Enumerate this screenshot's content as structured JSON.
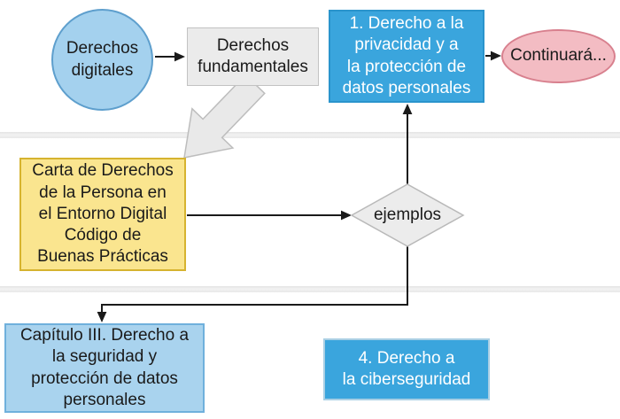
{
  "diagram": {
    "title": "Derechos digitales flowchart",
    "nodes": {
      "derechos_digitales": {
        "label": "Derechos\ndigitales",
        "shape": "circle",
        "fill": "#a4d1ee",
        "border": "#5e9fcd",
        "text_color": "#1a1a1a"
      },
      "derechos_fundamentales": {
        "label": "Derechos\nfundamentales",
        "shape": "rectangle",
        "fill": "#ebebeb",
        "border": "#c2c2c2",
        "text_color": "#1a1a1a"
      },
      "derecho_privacidad": {
        "label": "1. Derecho a la\nprivacidad y a\nla protección de\ndatos personales",
        "shape": "rectangle",
        "fill": "#3aa5dd",
        "border": "#2a94cc",
        "text_color": "#ffffff"
      },
      "continuara": {
        "label": "Continuará...",
        "shape": "ellipse",
        "fill": "#f3bcc3",
        "border": "#d8808e",
        "text_color": "#1a1a1a"
      },
      "carta_derechos": {
        "label": "Carta de Derechos\nde la Persona en\nel Entorno Digital\nCódigo de\nBuenas Prácticas",
        "shape": "rectangle",
        "fill": "#fae58f",
        "border": "#d6b32f",
        "text_color": "#1a1a1a"
      },
      "ejemplos": {
        "label": "ejemplos",
        "shape": "diamond",
        "fill": "#ececec",
        "border": "#b9b9b9",
        "text_color": "#1a1a1a"
      },
      "capitulo_iii": {
        "label": "Capítulo III. Derecho a\nla seguridad y\nprotección de datos\npersonales",
        "shape": "rectangle",
        "fill": "#a9d3ee",
        "border": "#6fb0dc",
        "text_color": "#1a1a1a"
      },
      "ciberseguridad": {
        "label": "4. Derecho a\nla ciberseguridad",
        "shape": "rectangle",
        "fill": "#3aa5dd",
        "border": "#a9cfe4",
        "text_color": "#ffffff"
      }
    },
    "connectors": [
      {
        "from": "derechos_digitales",
        "to": "derechos_fundamentales",
        "style": "black-arrow"
      },
      {
        "from": "derecho_privacidad",
        "to": "continuara",
        "style": "black-arrow"
      },
      {
        "from": "derechos_fundamentales",
        "to": "carta_derechos",
        "style": "gray-block-arrow"
      },
      {
        "from": "carta_derechos",
        "to": "ejemplos",
        "style": "black-arrow"
      },
      {
        "from": "ejemplos",
        "to": "derecho_privacidad",
        "style": "black-arrow"
      },
      {
        "from": "ejemplos",
        "to": "capitulo_iii",
        "style": "black-elbow-arrow"
      }
    ],
    "colors": {
      "arrow": "#1a1a1a",
      "block_arrow_fill": "#e9e9e9",
      "block_arrow_border": "#bdbdbd",
      "divider": "#ececec",
      "background": "#ffffff"
    }
  }
}
